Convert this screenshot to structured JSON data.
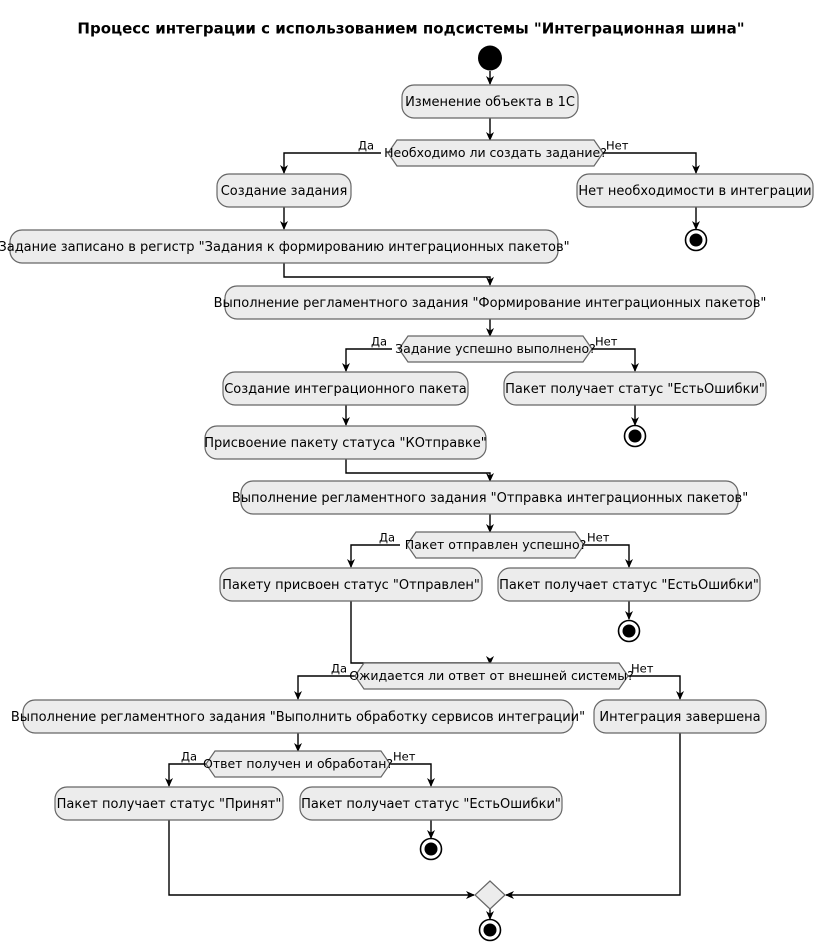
{
  "title": "Процесс интеграции с использованием подсистемы \"Интеграционная шина\"",
  "diagram_type": "uml-activity-diagram",
  "colors": {
    "node_fill": "#ECECEC",
    "node_stroke": "#666666",
    "edge": "#000000",
    "background": "#FFFFFF",
    "text": "#000000"
  },
  "guards": {
    "yes": "Да",
    "no": "Нет"
  },
  "nodes": {
    "start": {
      "type": "initial-node",
      "label": ""
    },
    "a1": {
      "type": "activity",
      "label": "Изменение объекта в 1С"
    },
    "d1": {
      "type": "decision",
      "label": "Необходимо ли создать задание?"
    },
    "a2": {
      "type": "activity",
      "label": "Создание задания"
    },
    "a3": {
      "type": "activity",
      "label": "Нет необходимости в интеграции"
    },
    "e1": {
      "type": "final-node",
      "label": ""
    },
    "a4": {
      "type": "activity",
      "label": "Задание записано в регистр \"Задания к формированию интеграционных пакетов\""
    },
    "a5": {
      "type": "activity",
      "label": "Выполнение регламентного задания \"Формирование интеграционных пакетов\""
    },
    "d2": {
      "type": "decision",
      "label": "Задание успешно выполнено?"
    },
    "a6": {
      "type": "activity",
      "label": "Создание интеграционного пакета"
    },
    "a7": {
      "type": "activity",
      "label": "Пакет получает статус \"ЕстьОшибки\""
    },
    "e2": {
      "type": "final-node",
      "label": ""
    },
    "a8": {
      "type": "activity",
      "label": "Присвоение пакету статуса \"КОтправке\""
    },
    "a9": {
      "type": "activity",
      "label": "Выполнение регламентного задания \"Отправка интеграционных пакетов\""
    },
    "d3": {
      "type": "decision",
      "label": "Пакет отправлен успешно?"
    },
    "a10": {
      "type": "activity",
      "label": "Пакету присвоен статус \"Отправлен\""
    },
    "a11": {
      "type": "activity",
      "label": "Пакет получает статус \"ЕстьОшибки\""
    },
    "e3": {
      "type": "final-node",
      "label": ""
    },
    "d4": {
      "type": "decision",
      "label": "Ожидается ли ответ от внешней системы?"
    },
    "a12": {
      "type": "activity",
      "label": "Выполнение регламентного задания \"Выполнить обработку сервисов интеграции\""
    },
    "a13": {
      "type": "activity",
      "label": "Интеграция завершена"
    },
    "d5": {
      "type": "decision",
      "label": "Ответ получен и обработан?"
    },
    "a14": {
      "type": "activity",
      "label": "Пакет получает статус \"Принят\""
    },
    "a15": {
      "type": "activity",
      "label": "Пакет получает статус \"ЕстьОшибки\""
    },
    "e4": {
      "type": "final-node",
      "label": ""
    },
    "merge": {
      "type": "merge-node",
      "label": ""
    },
    "e5": {
      "type": "final-node",
      "label": ""
    }
  }
}
